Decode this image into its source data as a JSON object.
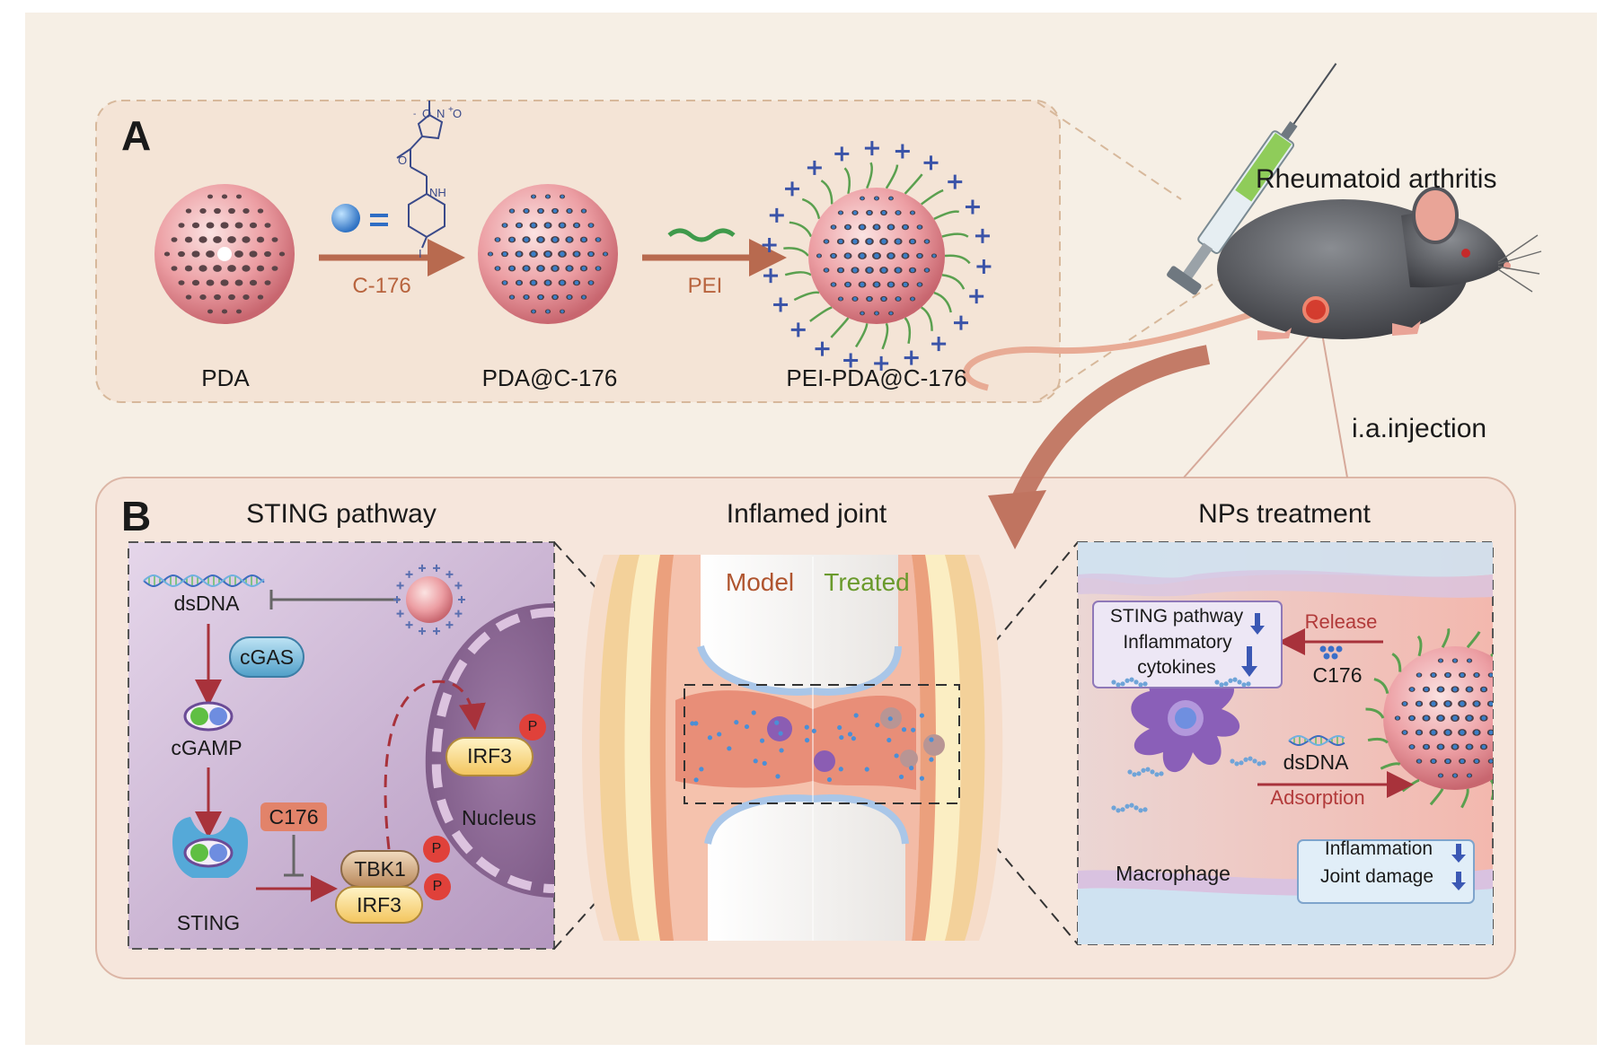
{
  "panel_a": {
    "letter": "A",
    "stages": [
      "PDA",
      "PDA@C-176",
      "PEI-PDA@C-176"
    ],
    "arrow1_label": "C-176",
    "arrow2_label": "PEI",
    "molecule_atoms": {
      "o1": "O",
      "n": "N",
      "o2": "O",
      "plus": "+",
      "minus": "-",
      "nh": "NH",
      "i": "I",
      "o3": "O"
    }
  },
  "mouse": {
    "title": "Rheumatoid arthritis",
    "injection": "i.a.injection"
  },
  "panel_b": {
    "letter": "B",
    "sting": {
      "title": "STING pathway",
      "dsdna": "dsDNA",
      "cgas": "cGAS",
      "cgamp": "cGAMP",
      "sting": "STING",
      "c176": "C176",
      "tbk1": "TBK1",
      "irf3_lower": "IRF3",
      "irf3_nucleus": "IRF3",
      "nucleus": "Nucleus",
      "p": "P"
    },
    "joint": {
      "title": "Inflamed joint",
      "model": "Model",
      "treated": "Treated"
    },
    "nps": {
      "title": "NPs treatment",
      "box1_line1": "STING pathway",
      "box1_line2": "Inflammatory",
      "box1_line3": "cytokines",
      "release": "Release",
      "c176": "C176",
      "dsdna": "dsDNA",
      "adsorption": "Adsorption",
      "macrophage": "Macrophage",
      "box2_line1": "Inflammation",
      "box2_line2": "Joint damage"
    }
  },
  "colors": {
    "background": "#f6efe5",
    "panel_a_fill": "#f4e4d6",
    "panel_b_fill": "#f6e6dc",
    "arrow": "#b86a4f",
    "accent_red": "#b23a3a",
    "treated_green": "#6a9a2c",
    "model_brown": "#b0552f"
  }
}
